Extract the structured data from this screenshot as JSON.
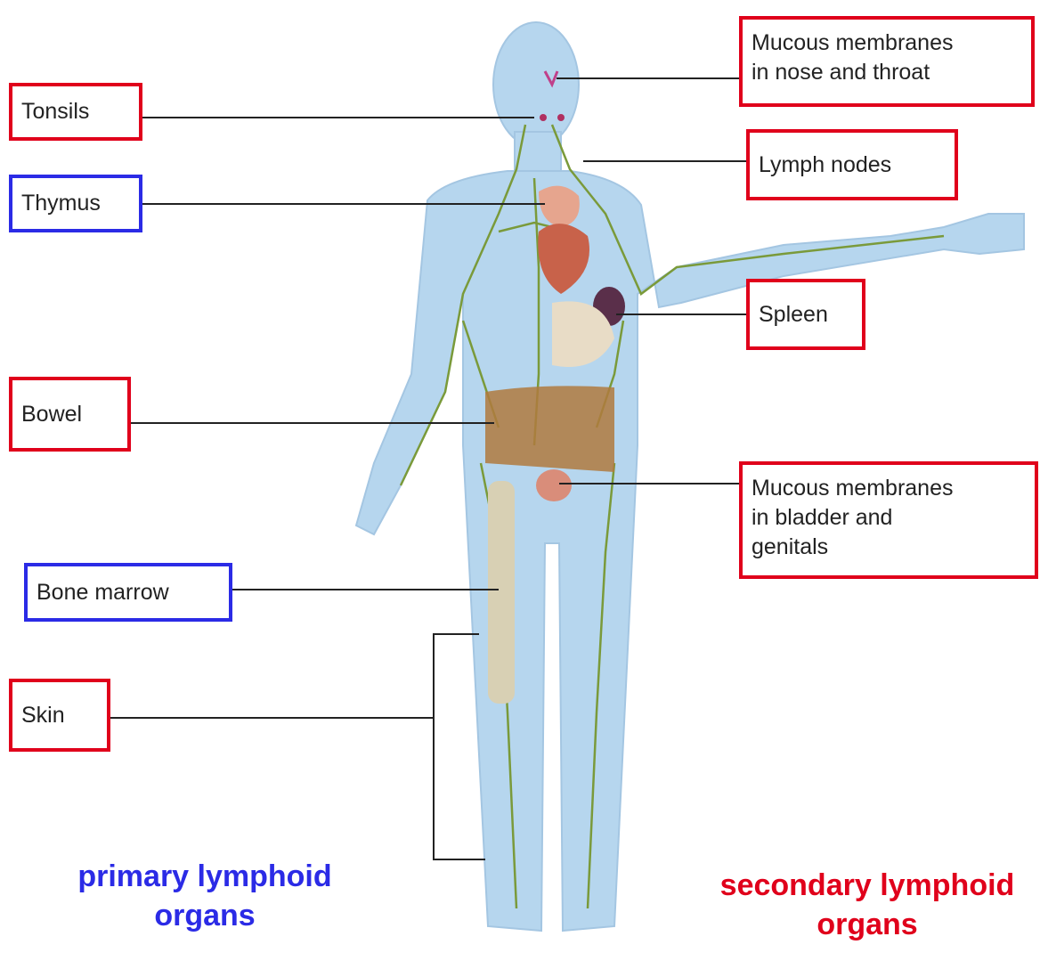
{
  "colors": {
    "primary": "#2b2be6",
    "secondary": "#e0001b",
    "body": "#b6d6ee",
    "lymph": "#7a9a3a"
  },
  "labels": {
    "mucous_nose_throat": "Mucous membranes\nin nose and throat",
    "tonsils": "Tonsils",
    "lymph_nodes": "Lymph nodes",
    "thymus": "Thymus",
    "spleen": "Spleen",
    "bowel": "Bowel",
    "mucous_bladder_genitals": "Mucous membranes\nin bladder and\ngenitals",
    "bone_marrow": "Bone marrow",
    "skin": "Skin"
  },
  "legend": {
    "primary": "primary lymphoid\norgans",
    "secondary": "secondary lymphoid\norgans"
  }
}
